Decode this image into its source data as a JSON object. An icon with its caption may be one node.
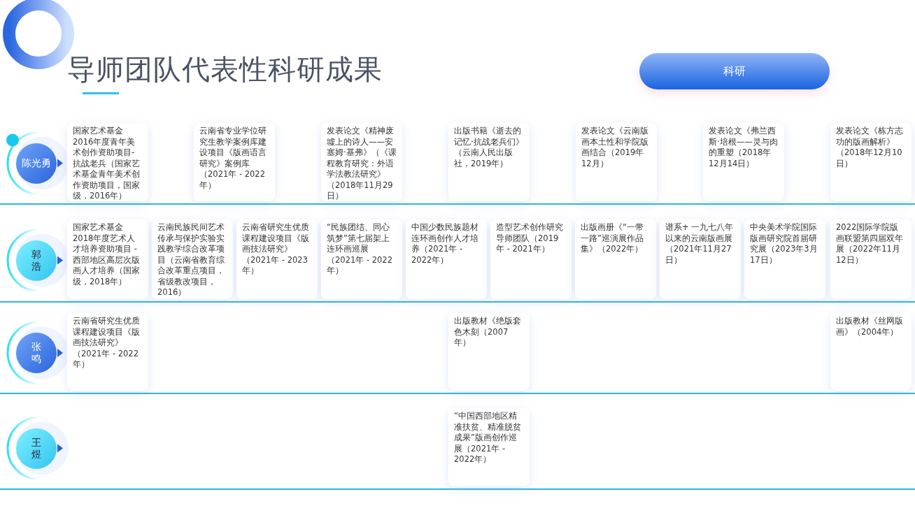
{
  "diagram": {
    "title": "导师团队代表性科研成果",
    "nodes": [
      {
        "text": [
          "陈光勇"
        ]
      },
      {
        "text": [
          "国家艺术基金2016年度青年美术创作资助项目-抗战老兵（国家艺术基金青年美术创作资助项目，国家级，2016年）"
        ]
      },
      {
        "text": [
          "云南省专业学位研究生教学案例库建设项目《版画语言研究》案例库（2021年 - 2022年）"
        ]
      },
      {
        "text": [
          "发表论文《精神废墟上的诗人——安塞姆·基弗》（《课程教育研究：外语学法教法研究》（2018年11月29日）"
        ]
      },
      {
        "text": [
          "出版书籍《逝去的记忆·抗战老兵们》（云南人民出版社，2019年）"
        ]
      },
      {
        "text": [
          "发表论文《云南版画本土性和学院版画结合（2019年12月）"
        ]
      },
      {
        "text": [
          "发表论文《弗兰西斯·培根——灵与肉的重塑（2018年12月14日）"
        ]
      },
      {
        "text": [
          "发表论文《栋方志功的版画解析》（2018年12月10日）"
        ]
      },
      {
        "text": [
          "郭浩"
        ]
      },
      {
        "text": [
          "国家艺术基金2018年度艺术人才培养资助项目 - 西部地区高层次版画人才培养（国家级，2018年）"
        ]
      },
      {
        "text": [
          "云南民族民间艺术传承与保护实验实践教学综合改革项目（云南省教育综合改革重点项目，省级教改项目，2016）"
        ]
      },
      {
        "text": [
          "云南省研究生优质课程建设项目《版画技法研究》（2021年 - 2023年）"
        ]
      },
      {
        "text": [
          "“民族团结、同心筑梦”第七届架上连环画巡展（2021年 - 2022年）"
        ]
      },
      {
        "text": [
          "中国少数民族题材连环画创作人才培养（2021年 - 2022年）"
        ]
      },
      {
        "text": [
          "造型艺术创作研究导师团队（2019年 - 2021年）"
        ]
      },
      {
        "text": [
          "出版画册《“一带一路”巡演展作品集》（2022年）"
        ]
      },
      {
        "text": [
          "谱系+ 一九七八年以来的云南版画展（2021年11月27日）"
        ]
      },
      {
        "text": [
          "中央美术学院国际版画研究院首届研究展（2023年3月17日）"
        ]
      },
      {
        "text": [
          "2022国际学院版画联盟第四届双年展（2022年11月12日）"
        ]
      },
      {
        "text": [
          "张鸣"
        ]
      },
      {
        "text": [
          "云南省研究生优质课程建设项目《版画技法研究》（2021年 - 2022年）"
        ]
      },
      {
        "text": [
          "出版教材《绝版套色木刻（2007年）"
        ]
      },
      {
        "text": [
          "出版教材《丝网版画》（2004年）"
        ]
      },
      {
        "text": [
          "王煜"
        ]
      },
      {
        "text": [
          "“中国西部地区精准扶贫、精准脱贫成果”版画创作巡展（2021年 - 2022年）"
        ]
      }
    ],
    "labels": [
      "科研"
    ]
  }
}
